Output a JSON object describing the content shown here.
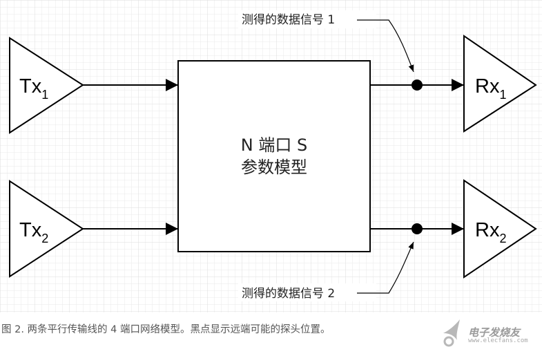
{
  "diagram": {
    "tx1": {
      "main": "Tx",
      "sub": "1"
    },
    "tx2": {
      "main": "Tx",
      "sub": "2"
    },
    "rx1": {
      "main": "Rx",
      "sub": "1"
    },
    "rx2": {
      "main": "Rx",
      "sub": "2"
    },
    "center_block": {
      "line1": "N 端口 S",
      "line2": "参数模型"
    },
    "probe_label_1": "测得的数据信号 1",
    "probe_label_2": "测得的数据信号 2"
  },
  "caption": "图 2. 两条平行传输线的 4 端口网络模型。黑点显示远端可能的探头位置。",
  "watermark": {
    "text": "电子发烧友",
    "url": "www.elecfans.com"
  }
}
